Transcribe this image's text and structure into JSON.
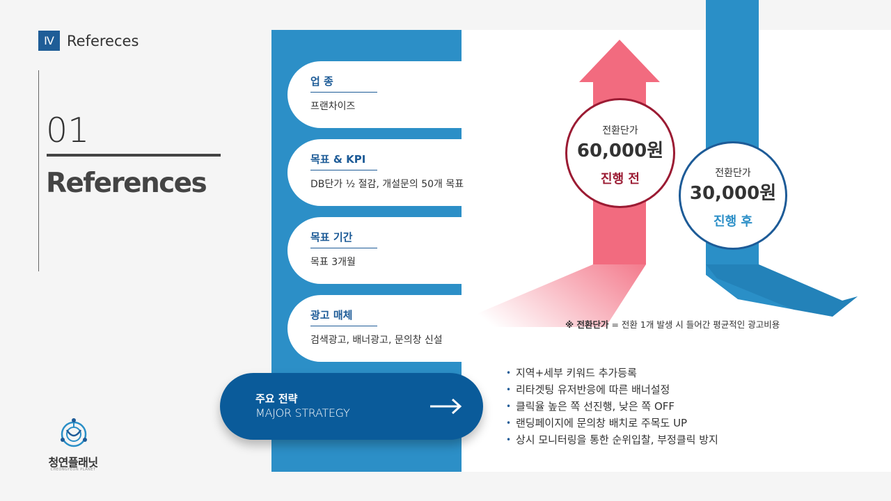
{
  "header": {
    "roman_numeral": "Ⅳ",
    "section_name": "Refereces",
    "number": "01",
    "title": "References"
  },
  "cards": [
    {
      "title": "업 종",
      "value": "프랜차이즈"
    },
    {
      "title": "목표 & KPI",
      "value": "DB단가 ½ 절감, 개설문의 50개 목표"
    },
    {
      "title": "목표 기간",
      "value": "목표 3개월"
    },
    {
      "title": "광고 매체",
      "value": "검색광고, 배너광고, 문의창 신설"
    }
  ],
  "strategy": {
    "title_ko": "주요 전략",
    "title_en": "MAJOR STRATEGY"
  },
  "before": {
    "label": "전환단가",
    "amount": "60,000원",
    "status": "진행 전"
  },
  "after": {
    "label": "전환단가",
    "amount": "30,000원",
    "status": "진행 후"
  },
  "note": {
    "prefix": "※ 전환단가",
    "text": " = 전환 1개 발생 시 들어간 평균적인 광고비용"
  },
  "bullets": [
    "지역+세부 키워드 추가등록",
    "리타겟팅 유저반응에 따른 배너설정",
    "클릭율 높은 쪽 선진행, 낮은 쪽 OFF",
    "랜딩페이지에 문의창 배치로 주목도 UP",
    "상시 모니터링을 통한 순위입찰, 부정클릭 방지"
  ],
  "logo": {
    "name": "청연플래닛",
    "subtitle": "CHEONGYEON PLANET"
  },
  "colors": {
    "primary_blue": "#1d5b97",
    "panel_blue": "#2c8fc7",
    "red_arrow": "#f26b7f",
    "before_red": "#9b1b33",
    "after_blue": "#2c8fc7"
  }
}
